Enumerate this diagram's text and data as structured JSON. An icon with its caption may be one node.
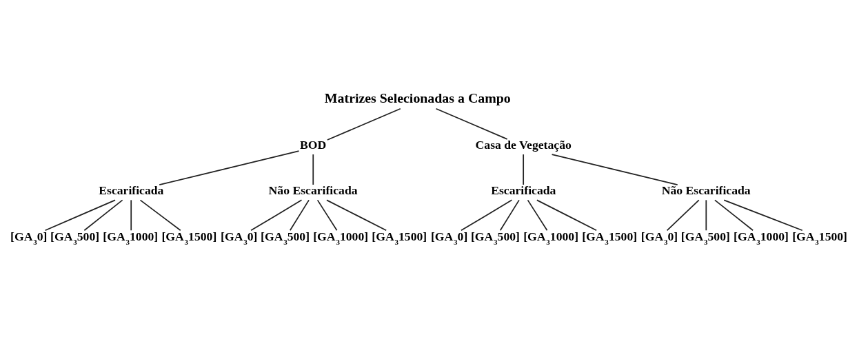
{
  "diagram": {
    "nodes": [
      {
        "text": [
          "Matrizes Selecionadas a Campo"
        ]
      },
      {
        "text": [
          "BOD"
        ]
      },
      {
        "text": [
          "Casa de Vegetação"
        ]
      },
      {
        "text": [
          "Escarificada"
        ]
      },
      {
        "text": [
          "Não Escarificada"
        ]
      },
      {
        "text": [
          "Escarificada"
        ]
      },
      {
        "text": [
          "Não Escarificada"
        ]
      },
      {
        "text": [
          "[GA$_{3}$0]"
        ]
      },
      {
        "text": [
          "[GA$_{3}$500]"
        ]
      },
      {
        "text": [
          "[GA$_{3}$1000]"
        ]
      },
      {
        "text": [
          "[GA$_{3}$1500]"
        ]
      },
      {
        "text": [
          "[GA$_{3}$0]"
        ]
      },
      {
        "text": [
          "[GA$_{3}$500]"
        ]
      },
      {
        "text": [
          "[GA$_{3}$1000]"
        ]
      },
      {
        "text": [
          "[GA$_{3}$1500]"
        ]
      },
      {
        "text": [
          "[GA$_{3}$0]"
        ]
      },
      {
        "text": [
          "[GA$_{3}$500]"
        ]
      },
      {
        "text": [
          "[GA$_{3}$1000]"
        ]
      },
      {
        "text": [
          "[GA$_{3}$1500]"
        ]
      },
      {
        "text": [
          "[GA$_{3}$0]"
        ]
      },
      {
        "text": [
          "[GA$_{3}$500]"
        ]
      },
      {
        "text": [
          "[GA$_{3}$1000]"
        ]
      },
      {
        "text": [
          "[GA$_{3}$1500]"
        ]
      }
    ],
    "edges": [
      {
        "from": 0,
        "to": 1,
        "arrow": "none"
      },
      {
        "from": 0,
        "to": 2,
        "arrow": "none"
      },
      {
        "from": 1,
        "to": 3,
        "arrow": "none"
      },
      {
        "from": 1,
        "to": 4,
        "arrow": "none"
      },
      {
        "from": 2,
        "to": 5,
        "arrow": "none"
      },
      {
        "from": 2,
        "to": 6,
        "arrow": "none"
      },
      {
        "from": 3,
        "to": 7,
        "arrow": "none"
      },
      {
        "from": 3,
        "to": 8,
        "arrow": "none"
      },
      {
        "from": 3,
        "to": 9,
        "arrow": "none"
      },
      {
        "from": 3,
        "to": 10,
        "arrow": "none"
      },
      {
        "from": 4,
        "to": 11,
        "arrow": "none"
      },
      {
        "from": 4,
        "to": 12,
        "arrow": "none"
      },
      {
        "from": 4,
        "to": 13,
        "arrow": "none"
      },
      {
        "from": 4,
        "to": 14,
        "arrow": "none"
      },
      {
        "from": 5,
        "to": 15,
        "arrow": "none"
      },
      {
        "from": 5,
        "to": 16,
        "arrow": "none"
      },
      {
        "from": 5,
        "to": 17,
        "arrow": "none"
      },
      {
        "from": 5,
        "to": 18,
        "arrow": "none"
      },
      {
        "from": 6,
        "to": 19,
        "arrow": "none"
      },
      {
        "from": 6,
        "to": 20,
        "arrow": "none"
      },
      {
        "from": 6,
        "to": 21,
        "arrow": "none"
      },
      {
        "from": 6,
        "to": 22,
        "arrow": "none"
      }
    ]
  }
}
